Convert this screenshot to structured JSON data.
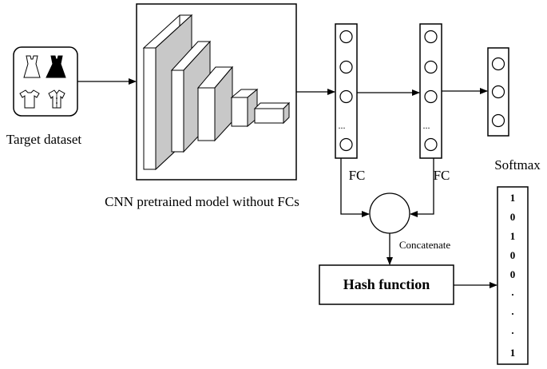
{
  "labels": {
    "target_dataset": "Target dataset",
    "cnn_caption": "CNN pretrained model without FCs",
    "fc1": "FC",
    "fc2": "FC",
    "softmax": "Softmax",
    "concatenate": "Concatenate",
    "hash_function": "Hash function",
    "ellipsis1": "...",
    "ellipsis2": "..."
  },
  "hash_bits": [
    "1",
    "0",
    "1",
    "0",
    "0",
    ".",
    ".",
    ".",
    "1"
  ],
  "icons": [
    "dress-outline-icon",
    "dress-filled-icon",
    "tshirt-icon",
    "shirt-icon"
  ],
  "colors": {
    "stroke": "#000000",
    "layer_fill": "#c8c8c8",
    "layer_face": "#ffffff"
  }
}
